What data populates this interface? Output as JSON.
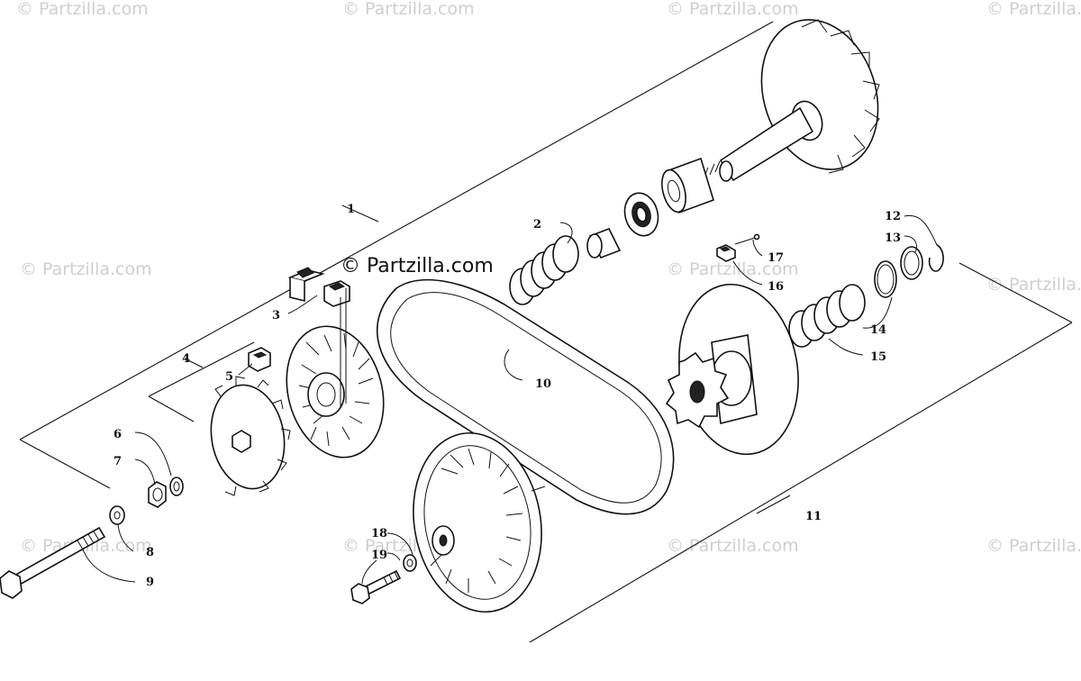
{
  "watermark": {
    "brand": "© Partzilla.com",
    "main": "© Partzilla.com"
  },
  "callouts": [
    {
      "id": "1",
      "label": "1"
    },
    {
      "id": "2",
      "label": "2"
    },
    {
      "id": "3",
      "label": "3"
    },
    {
      "id": "4",
      "label": "4"
    },
    {
      "id": "5",
      "label": "5"
    },
    {
      "id": "6",
      "label": "6"
    },
    {
      "id": "7",
      "label": "7"
    },
    {
      "id": "8",
      "label": "8"
    },
    {
      "id": "9",
      "label": "9"
    },
    {
      "id": "10",
      "label": "10"
    },
    {
      "id": "11",
      "label": "11"
    },
    {
      "id": "12",
      "label": "12"
    },
    {
      "id": "13",
      "label": "13"
    },
    {
      "id": "14",
      "label": "14"
    },
    {
      "id": "15",
      "label": "15"
    },
    {
      "id": "16",
      "label": "16"
    },
    {
      "id": "17",
      "label": "17"
    },
    {
      "id": "18",
      "label": "18"
    },
    {
      "id": "19",
      "label": "19"
    }
  ],
  "colors": {
    "line": "#111111",
    "watermark": "#cfcfcf",
    "background": "#ffffff"
  }
}
